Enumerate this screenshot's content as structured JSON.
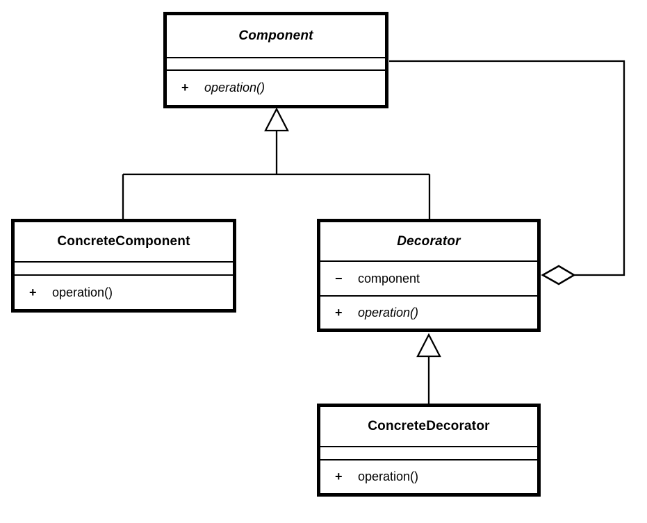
{
  "diagram_type": "uml-class-diagram",
  "pattern": "Decorator",
  "classes": {
    "component": {
      "name": "Component",
      "stereotype": "abstract",
      "attributes": [],
      "operations": [
        {
          "visibility": "+",
          "signature": "operation()",
          "abstract": true
        }
      ]
    },
    "concrete_component": {
      "name": "ConcreteComponent",
      "stereotype": "concrete",
      "attributes": [],
      "operations": [
        {
          "visibility": "+",
          "signature": "operation()",
          "abstract": false
        }
      ]
    },
    "decorator": {
      "name": "Decorator",
      "stereotype": "abstract",
      "attributes": [
        {
          "visibility": "−",
          "name": "component"
        }
      ],
      "operations": [
        {
          "visibility": "+",
          "signature": "operation()",
          "abstract": true
        }
      ]
    },
    "concrete_decorator": {
      "name": "ConcreteDecorator",
      "stereotype": "concrete",
      "attributes": [],
      "operations": [
        {
          "visibility": "+",
          "signature": "operation()",
          "abstract": false
        }
      ]
    }
  },
  "relations": [
    {
      "type": "generalization",
      "from": "ConcreteComponent",
      "to": "Component"
    },
    {
      "type": "generalization",
      "from": "Decorator",
      "to": "Component"
    },
    {
      "type": "generalization",
      "from": "ConcreteDecorator",
      "to": "Decorator"
    },
    {
      "type": "aggregation",
      "owner": "Decorator",
      "part": "Component"
    }
  ],
  "colors": {
    "line": "#000000",
    "background": "#ffffff",
    "box_fill": "#ffffff"
  }
}
